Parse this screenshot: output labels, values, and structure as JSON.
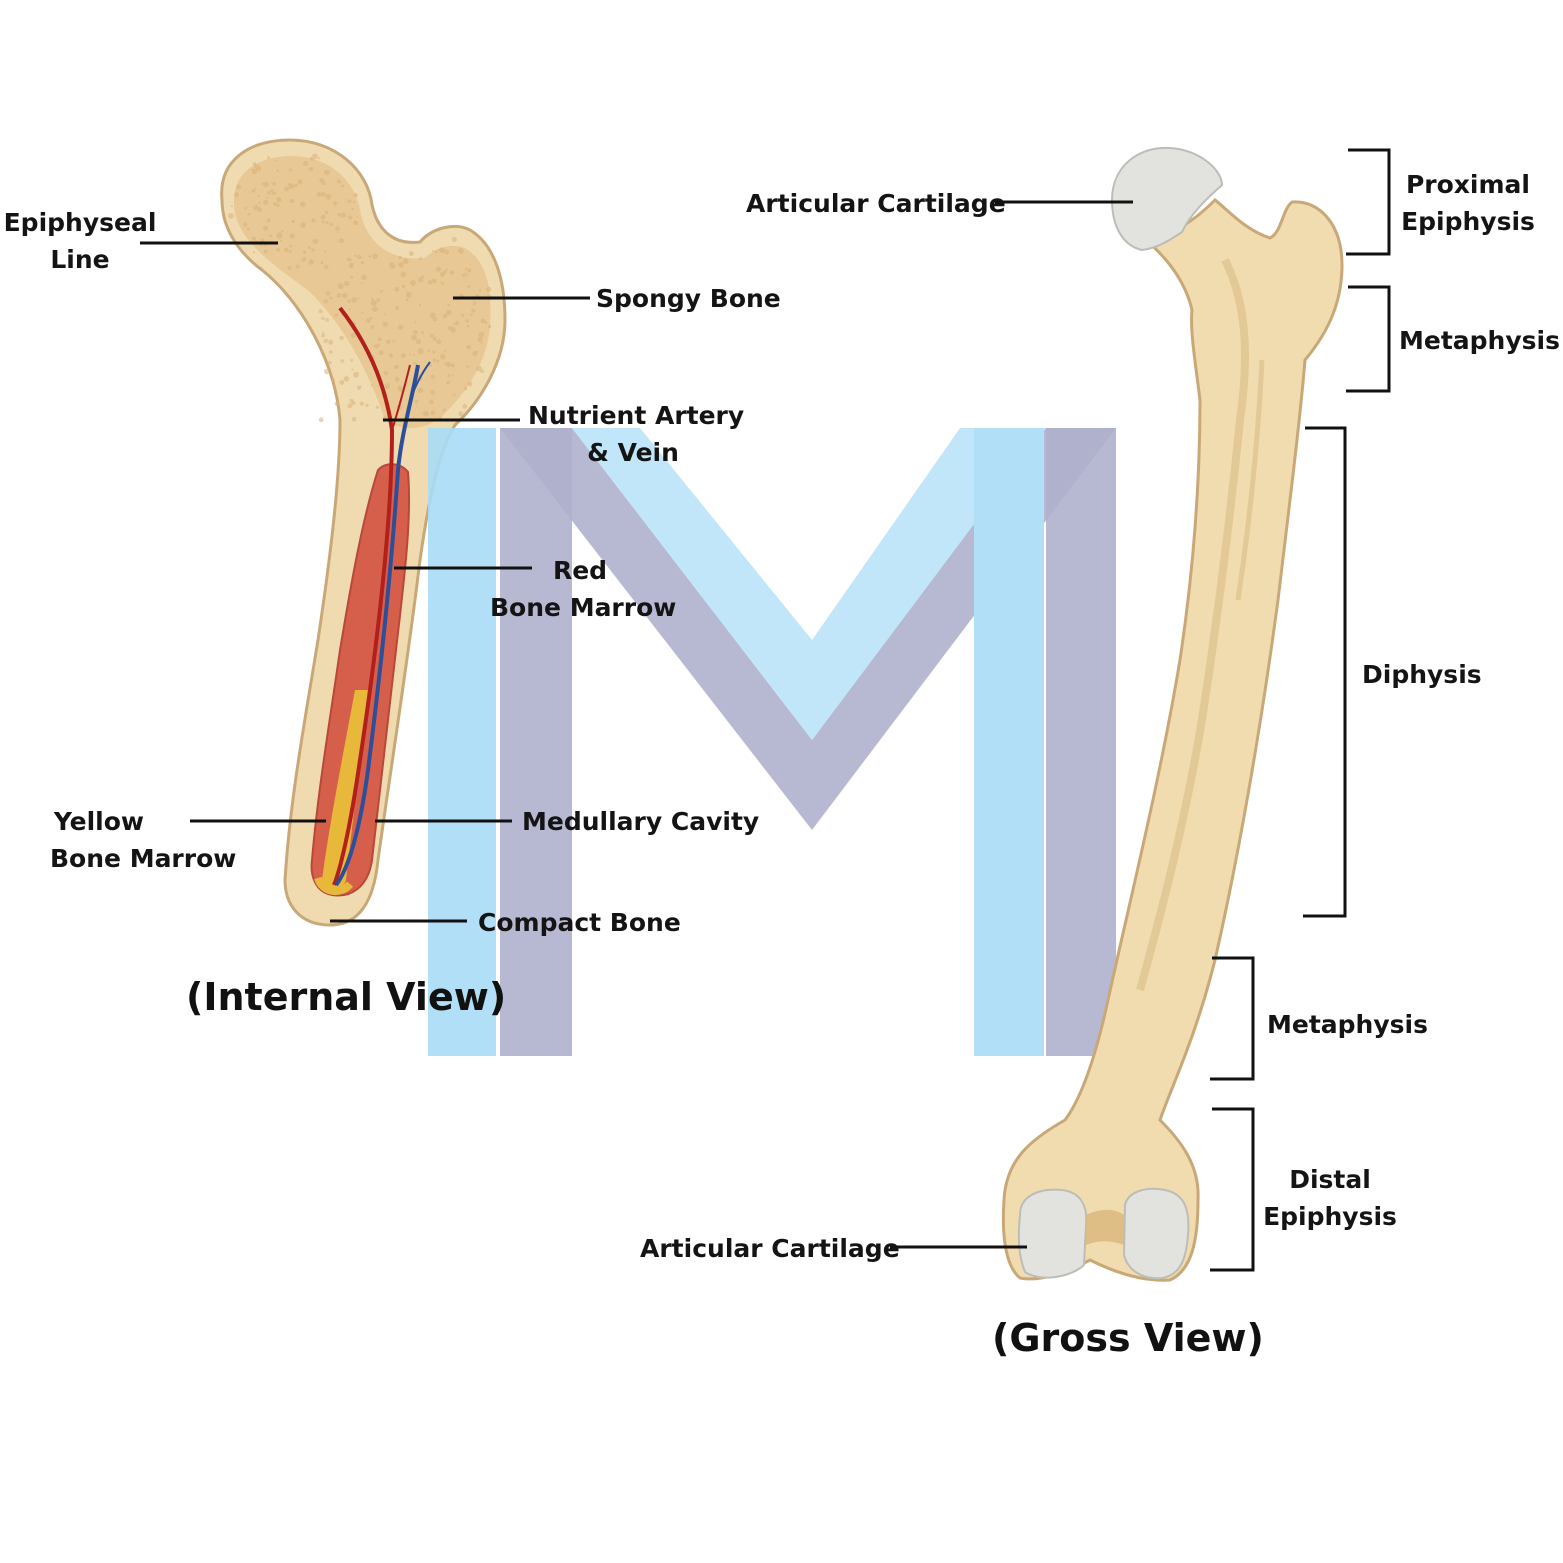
{
  "colors": {
    "bone": "#f1dcb0",
    "bone_outline": "#c9a878",
    "spongy": "#e7c896",
    "cartilage": "#e2e2df",
    "red_marrow": "#d9614e",
    "yellow_marrow": "#e8b83a",
    "artery": "#b3201c",
    "vein": "#2d4f9a",
    "watermark_light": "#a9dcf7",
    "watermark_dark": "#a6a9c8",
    "leader": "#111111"
  },
  "internal": {
    "caption": "(Internal View)",
    "labels": {
      "epiphyseal_line": [
        "Epiphyseal",
        "Line"
      ],
      "spongy_bone": "Spongy Bone",
      "nutrient": [
        "Nutrient Artery",
        "& Vein"
      ],
      "red_marrow": [
        "Red",
        "Bone Marrow"
      ],
      "yellow_marrow": [
        "Yellow",
        "Bone Marrow"
      ],
      "medullary": "Medullary Cavity",
      "compact": "Compact Bone"
    }
  },
  "gross": {
    "caption": "(Gross View)",
    "labels": {
      "articular_top": "Articular Cartilage",
      "articular_bottom": "Articular Cartilage",
      "proximal_epiphysis": [
        "Proximal",
        "Epiphysis"
      ],
      "metaphysis_top": "Metaphysis",
      "diaphysis": "Diphysis",
      "metaphysis_bottom": "Metaphysis",
      "distal_epiphysis": [
        "Distal",
        "Epiphysis"
      ]
    }
  },
  "watermark": {
    "icon": "letter-m-watermark"
  }
}
